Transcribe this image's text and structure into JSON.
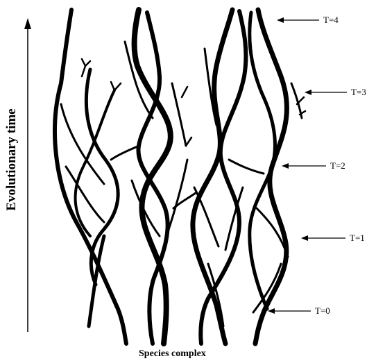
{
  "axis": {
    "y_label": "Evolutionary time",
    "x_label": "Species complex"
  },
  "time_markers": [
    {
      "label": "T=4"
    },
    {
      "label": "T=3"
    },
    {
      "label": "T=2"
    },
    {
      "label": "T=1"
    },
    {
      "label": "T=0"
    }
  ],
  "colors": {
    "ink": "#000000",
    "background": "#ffffff"
  }
}
